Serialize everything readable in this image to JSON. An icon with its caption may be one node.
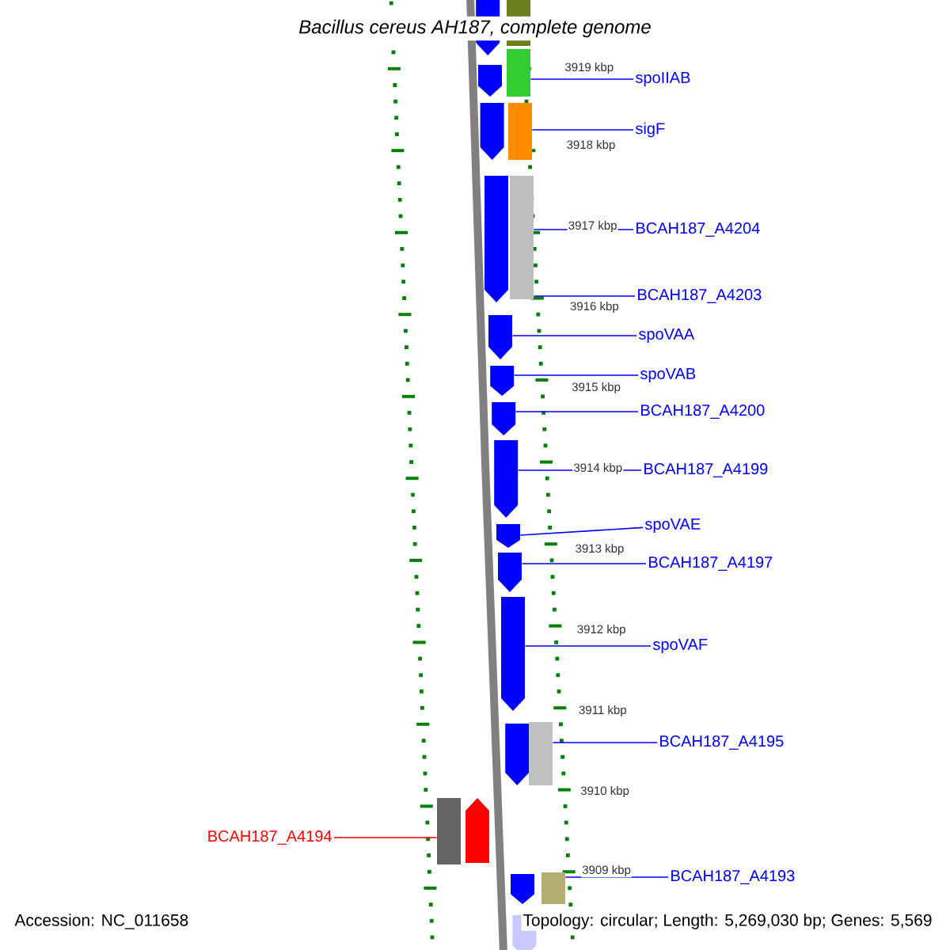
{
  "diagram": {
    "title": "Bacillus cereus AH187, complete genome",
    "nodes": [
      {
        "text": [
          "spoIIAB"
        ]
      },
      {
        "text": [
          "sigF"
        ]
      },
      {
        "text": [
          "BCAH187_A4204"
        ]
      },
      {
        "text": [
          "BCAH187_A4203"
        ]
      },
      {
        "text": [
          "spoVAA"
        ]
      },
      {
        "text": [
          "spoVAB"
        ]
      },
      {
        "text": [
          "BCAH187_A4200"
        ]
      },
      {
        "text": [
          "BCAH187_A4199"
        ]
      },
      {
        "text": [
          "spoVAE"
        ]
      },
      {
        "text": [
          "BCAH187_A4197"
        ]
      },
      {
        "text": [
          "spoVAF"
        ]
      },
      {
        "text": [
          "BCAH187_A4195"
        ]
      },
      {
        "text": [
          "BCAH187_A4193"
        ]
      },
      {
        "text": [
          "BCAH187_A4194"
        ]
      },
      {
        "text": [],
        "shape": "arrow"
      },
      {
        "text": [],
        "shape": "arrow"
      },
      {
        "text": [],
        "shape": "arrow"
      },
      {
        "text": [],
        "shape": "arrow"
      },
      {
        "text": [],
        "shape": "arrow"
      },
      {
        "text": [],
        "shape": "arrow"
      },
      {
        "text": [],
        "shape": "arrow"
      },
      {
        "text": [],
        "shape": "arrow"
      },
      {
        "text": [],
        "shape": "arrow"
      },
      {
        "text": [],
        "shape": "arrow"
      },
      {
        "text": [],
        "shape": "arrow"
      },
      {
        "text": [],
        "shape": "arrow"
      },
      {
        "text": [],
        "shape": "arrow"
      },
      {
        "text": [],
        "shape": "arrow"
      },
      {
        "text": [],
        "shape": "arrow"
      },
      {
        "text": [],
        "shape": "box"
      },
      {
        "text": [],
        "shape": "box"
      },
      {
        "text": [],
        "shape": "box"
      },
      {
        "text": [],
        "shape": "box"
      },
      {
        "text": [],
        "shape": "box"
      },
      {
        "text": [],
        "shape": "box"
      },
      {
        "text": [],
        "shape": "box"
      }
    ],
    "edges": [
      {
        "from": 0,
        "to": 30,
        "arrow": "none"
      },
      {
        "from": 1,
        "to": 31,
        "arrow": "none"
      },
      {
        "from": 2,
        "to": 32,
        "arrow": "none"
      },
      {
        "from": 3,
        "to": 32,
        "arrow": "none"
      },
      {
        "from": 4,
        "to": 18,
        "arrow": "none"
      },
      {
        "from": 5,
        "to": 19,
        "arrow": "none"
      },
      {
        "from": 6,
        "to": 20,
        "arrow": "none"
      },
      {
        "from": 7,
        "to": 21,
        "arrow": "none"
      },
      {
        "from": 8,
        "to": 22,
        "arrow": "none"
      },
      {
        "from": 9,
        "to": 23,
        "arrow": "none"
      },
      {
        "from": 10,
        "to": 24,
        "arrow": "none"
      },
      {
        "from": 11,
        "to": 33,
        "arrow": "none"
      },
      {
        "from": 12,
        "to": 35,
        "arrow": "none"
      },
      {
        "from": 13,
        "to": 34,
        "arrow": "none",
        "color": "#ff0000"
      }
    ],
    "labels": [
      "3919 kbp",
      "3918 kbp",
      "3917 kbp",
      "3916 kbp",
      "3915 kbp",
      "3914 kbp",
      "3913 kbp",
      "3912 kbp",
      "3911 kbp",
      "3910 kbp",
      "3909 kbp",
      "Accession: NC_011658",
      "Topology: circular; Length: 5,269,030 bp; Genes: 5,569"
    ]
  }
}
